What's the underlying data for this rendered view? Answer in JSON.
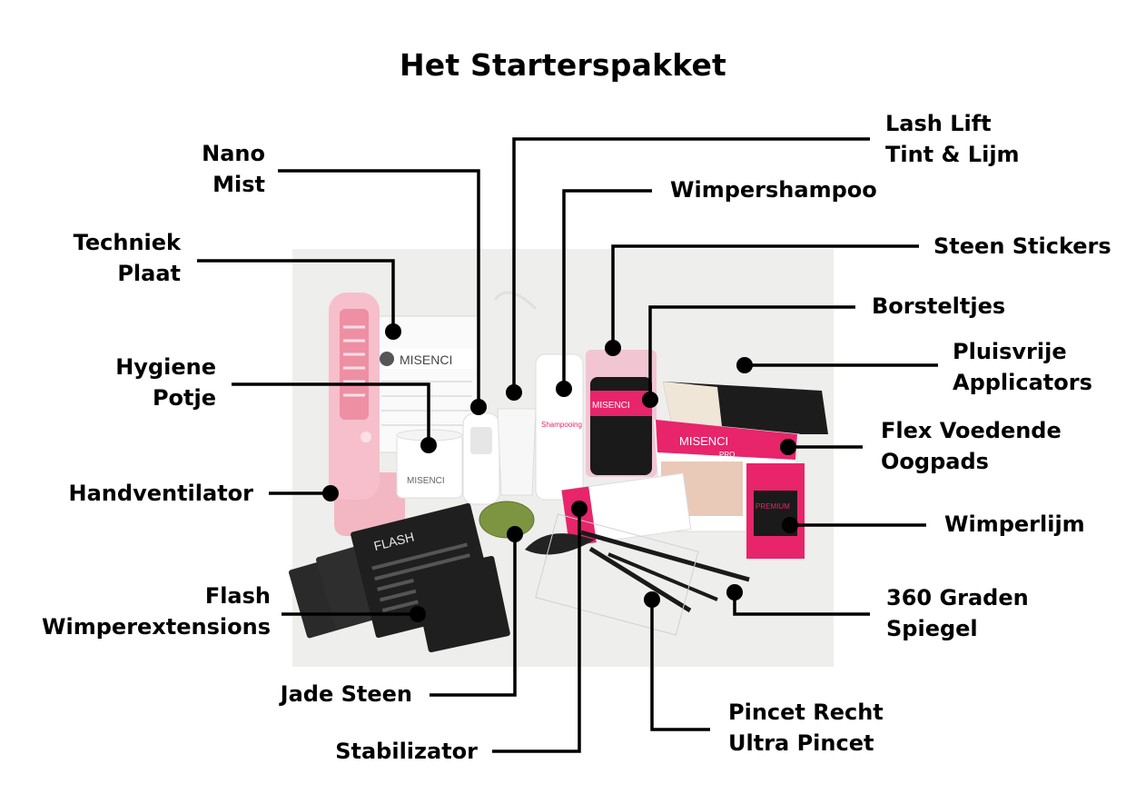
{
  "title": "Het Starterspakket",
  "colors": {
    "leader": "#000000",
    "photo_bg": "#eeeeec",
    "brand_pink": "#e8246a"
  },
  "brand": {
    "name": "MISENCI",
    "pro": "PRO",
    "flash": "FLASH",
    "shampoo": "Shampooing",
    "premium": "PREMIUM"
  },
  "labels": {
    "nano_mist": [
      "Nano",
      "Mist"
    ],
    "lash_lift": [
      "Lash Lift",
      "Tint & Lijm"
    ],
    "wimpershampoo": [
      "Wimpershampoo"
    ],
    "techniek_plaat": [
      "Techniek",
      "Plaat"
    ],
    "steen_stickers": [
      "Steen Stickers"
    ],
    "borsteltjes": [
      "Borsteltjes"
    ],
    "hygiene_potje": [
      "Hygiene",
      "Potje"
    ],
    "pluisvrije": [
      "Pluisvrije",
      "Applicators"
    ],
    "flex_oogpads": [
      "Flex Voedende",
      "Oogpads"
    ],
    "handventilator": [
      "Handventilator"
    ],
    "wimperlijm": [
      "Wimperlijm"
    ],
    "flash": [
      "Flash",
      "Wimperextensions"
    ],
    "spiegel": [
      "360 Graden",
      "Spiegel"
    ],
    "jade_steen": [
      "Jade Steen"
    ],
    "pincet": [
      "Pincet Recht",
      "Ultra Pincet"
    ],
    "stabilizator": [
      "Stabilizator"
    ]
  }
}
